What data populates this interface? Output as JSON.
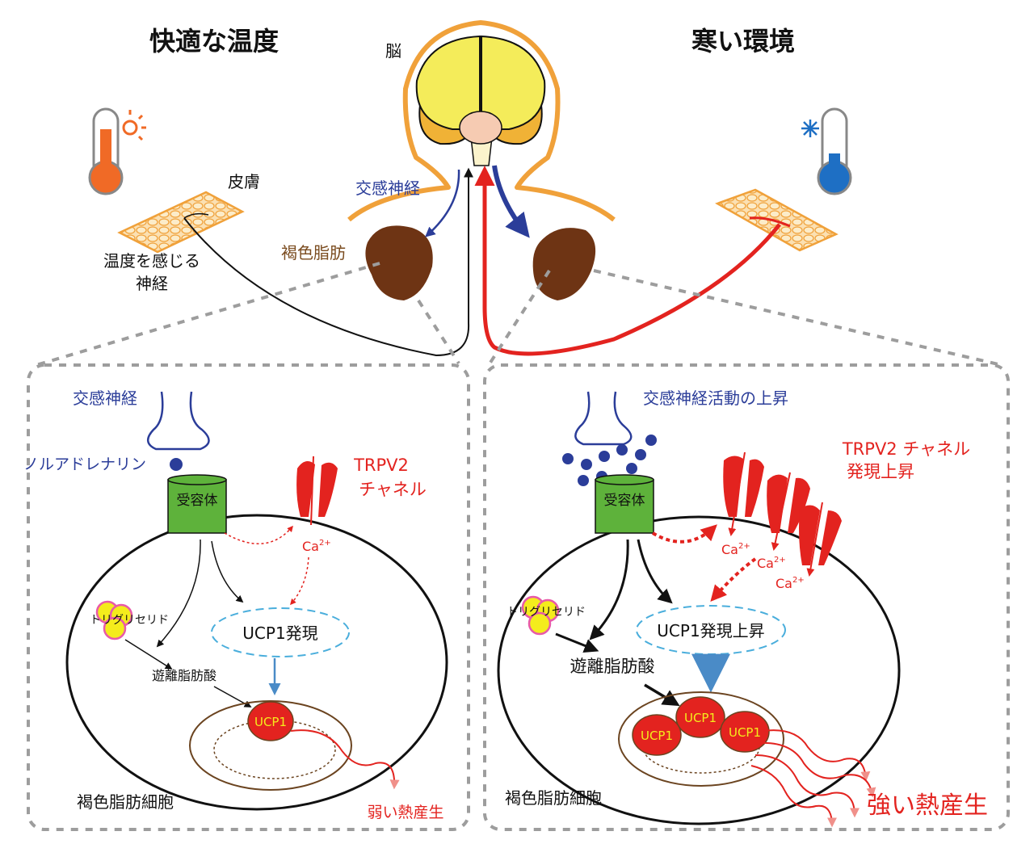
{
  "top": {
    "left_title": "快適な温度",
    "right_title": "寒い環境",
    "brain": "脳",
    "skin": "皮膚",
    "sympathetic_nerve": "交感神経",
    "temperature_nerve_line1": "温度を感じる",
    "temperature_nerve_line2": "神経",
    "brown_fat": "褐色脂肪"
  },
  "left_panel": {
    "sympathetic_nerve": "交感神経",
    "noradrenaline": "ノルアドレナリン",
    "receptor": "受容体",
    "trpv2_line1": "TRPV2",
    "trpv2_line2": "チャネル",
    "calcium": "Ca",
    "calcium_sup": "2+",
    "triglyceride": "トリグリセリド",
    "ucp1_expression": "UCP1発現",
    "free_fatty_acid": "遊離脂肪酸",
    "ucp1": "UCP1",
    "cell_label": "褐色脂肪細胞",
    "heat": "弱い熱産生"
  },
  "right_panel": {
    "sympathetic_activity": "交感神経活動の上昇",
    "receptor": "受容体",
    "trpv2_line1": "TRPV2 チャネル",
    "trpv2_line2": "発現上昇",
    "calcium": "Ca",
    "calcium_sup": "2+",
    "triglyceride": "トリグリセリド",
    "ucp1_expression": "UCP1発現上昇",
    "free_fatty_acid": "遊離脂肪酸",
    "ucp1": "UCP1",
    "cell_label": "褐色脂肪細胞",
    "heat": "強い熱産生"
  },
  "colors": {
    "blue": "#2b3d99",
    "red": "#e3231f",
    "brown_text": "#7a4b1e",
    "brown_fat": "#6e3414",
    "brain_outline": "#f0a13a",
    "brain_yellow": "#f4ec5a",
    "green_receptor": "#5eb23b",
    "dashed_gray": "#9d9d9d"
  }
}
